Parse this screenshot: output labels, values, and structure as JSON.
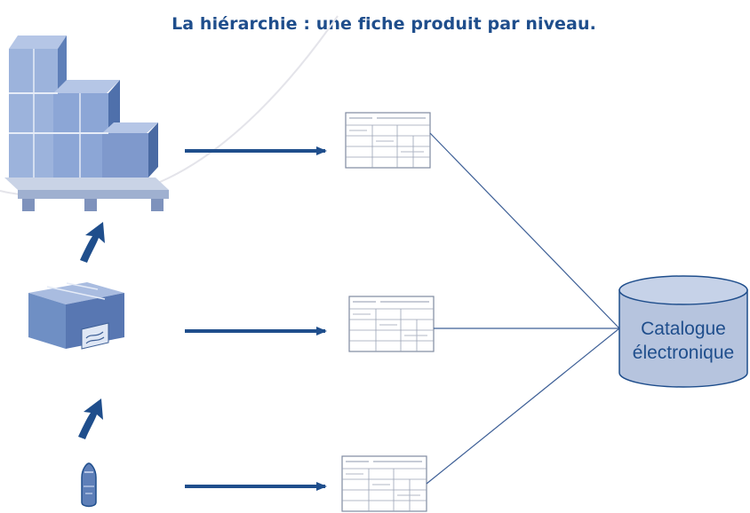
{
  "title": "La hiérarchie : une fiche produit par niveau.",
  "database": {
    "line1": "Catalogue",
    "line2": "électronique"
  },
  "levels": [
    {
      "icon": "pallet-icon"
    },
    {
      "icon": "case-icon"
    },
    {
      "icon": "unit-product-icon"
    }
  ],
  "colors": {
    "primary": "#1f4e8c",
    "box_fill": "#6f8fc4",
    "box_light": "#9cb3dc",
    "db_fill": "#b6c4de",
    "connector": "#3d5f96"
  }
}
